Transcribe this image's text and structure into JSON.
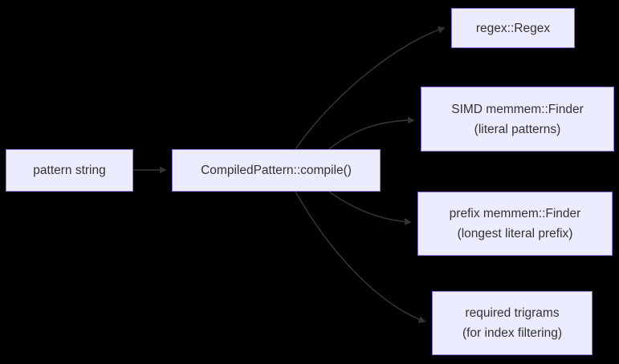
{
  "diagram": {
    "colors": {
      "background": "#000000",
      "node_fill": "#ECECFF",
      "node_border": "#9370DB",
      "node_text": "#333333",
      "edge_stroke": "#333333"
    },
    "nodes": {
      "pattern": {
        "label": "pattern string"
      },
      "compile": {
        "label": "CompiledPattern::compile()"
      },
      "regex": {
        "label": "regex::Regex"
      },
      "simd": {
        "line1": "SIMD memmem::Finder",
        "line2": "(literal patterns)"
      },
      "prefix": {
        "line1": "prefix memmem::Finder",
        "line2": "(longest literal prefix)"
      },
      "trigrams": {
        "line1": "required trigrams",
        "line2": "(for index filtering)"
      }
    }
  }
}
